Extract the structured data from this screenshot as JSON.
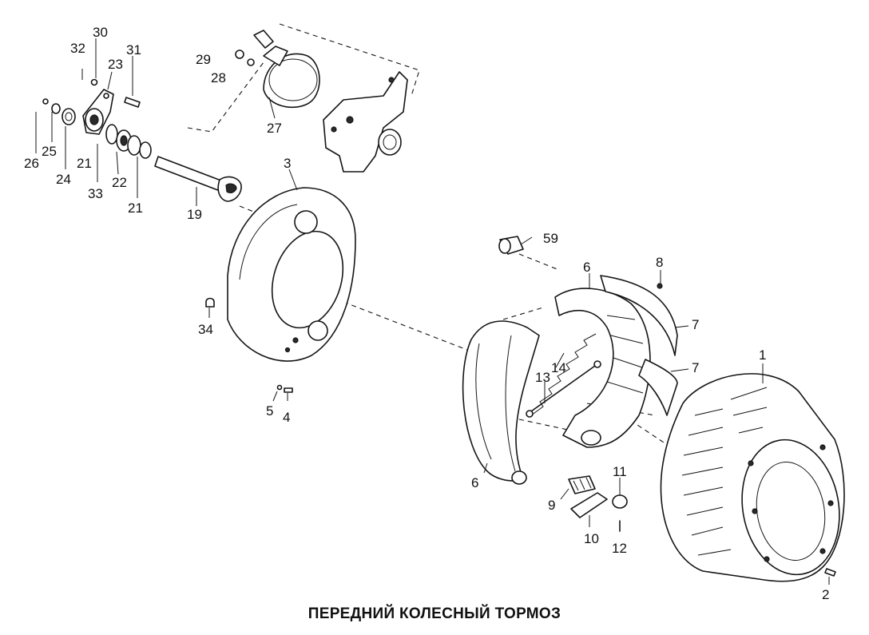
{
  "caption": "ПЕРЕДНИЙ КОЛЕСНЫЙ ТОРМОЗ",
  "callouts": {
    "n1": "1",
    "n2": "2",
    "n3": "3",
    "n4": "4",
    "n5": "5",
    "n6a": "6",
    "n6b": "6",
    "n7a": "7",
    "n7b": "7",
    "n8": "8",
    "n9": "9",
    "n10": "10",
    "n11": "11",
    "n12": "12",
    "n13": "13",
    "n14": "14",
    "n19": "19",
    "n21a": "21",
    "n21b": "21",
    "n22": "22",
    "n23": "23",
    "n24": "24",
    "n25": "25",
    "n26": "26",
    "n27": "27",
    "n28": "28",
    "n29": "29",
    "n30": "30",
    "n31": "31",
    "n32": "32",
    "n33": "33",
    "n34": "34",
    "n59": "59"
  }
}
